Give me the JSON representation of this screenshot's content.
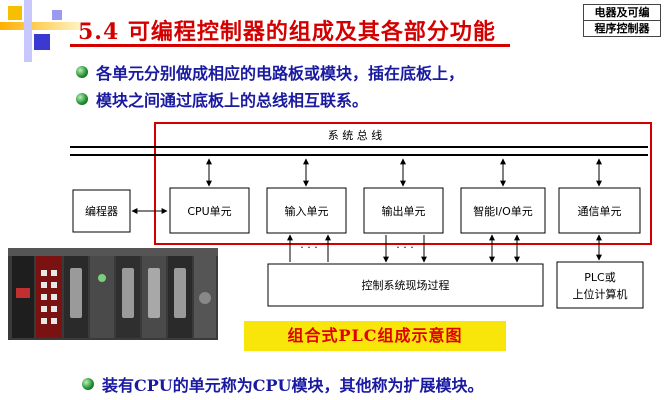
{
  "slide": {
    "title": "5.4 可编程控制器的组成及其各部分功能",
    "course_line1": "电器及可编",
    "course_line2": "程序控制器",
    "bullets": [
      "各单元分别做成相应的电路板或模块，插在底板上，",
      "模块之间通过底板上的总线相互联系。"
    ],
    "caption": "组合式PLC组成示意图",
    "bottom_bullet": "装有CPU的单元称为CPU模块，其他称为扩展模块。"
  },
  "diagram": {
    "bus_label": "系 统 总 线",
    "programmer": "编程器",
    "modules": [
      "CPU单元",
      "输入单元",
      "输出单元",
      "智能I/O单元",
      "通信单元"
    ],
    "field_process": "控制系统现场过程",
    "host_line1": "PLC或",
    "host_line2": "上位计算机",
    "ellipsis": "· · ·"
  },
  "colors": {
    "title": "#d40000",
    "bullet_text": "#1a1aa0",
    "frame": "#d40000",
    "caption_bg": "#f8e60a",
    "caption_text": "#e00000"
  },
  "icons": [
    "green-bullet-icon"
  ]
}
